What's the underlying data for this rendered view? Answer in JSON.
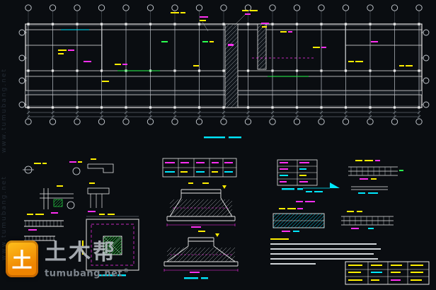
{
  "watermark": {
    "brand": "土木帮",
    "domain": "tumubang.net",
    "registered": "®",
    "side_text": "www.tumubang.net",
    "logo_char": "土"
  },
  "palette": {
    "background": "#0a0d11",
    "line_white": "#e8e8e8",
    "grid_gray": "#6a7178",
    "dim_gray": "#8b949c",
    "yellow": "#ffee00",
    "magenta": "#ff2ff2",
    "cyan": "#00e8ff",
    "green": "#2bff4f",
    "note_gray": "#d0d4d8",
    "logo_orange": "#f59b00"
  },
  "plan": {
    "grid_columns": 17,
    "left_axis_bubbles": 4,
    "right_axis_bubbles": 4,
    "bottom_columns": 17
  }
}
